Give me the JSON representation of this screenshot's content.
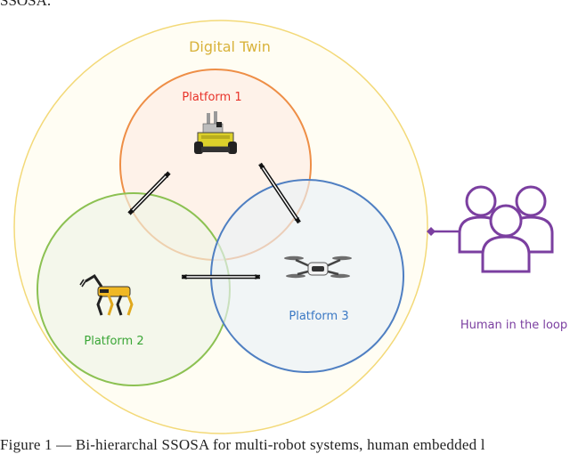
{
  "top_caption": "SSOSA.",
  "bottom_caption": "Figure 1 — Bi-hierarchal SSOSA for multi-robot systems, human embedded l",
  "digital_twin": {
    "label": "Digital Twin"
  },
  "platforms": [
    {
      "label": "Platform 1",
      "color": "#e8332a",
      "robot": "wheeled-rover-robot"
    },
    {
      "label": "Platform 2",
      "color": "#3aa636",
      "robot": "quadruped-robot"
    },
    {
      "label": "Platform 3",
      "color": "#3a78c4",
      "robot": "quadcopter-drone"
    }
  ],
  "human": {
    "label": "Human in the loop",
    "color": "#7b3fa0",
    "icon": "user-group-icon"
  },
  "colors": {
    "digital_twin_ring": "#f3d978",
    "digital_twin_text": "#d8b23a",
    "platform1_ring": "#ee8e46",
    "platform2_ring": "#8cc152",
    "platform3_ring": "#4f7fc2"
  }
}
